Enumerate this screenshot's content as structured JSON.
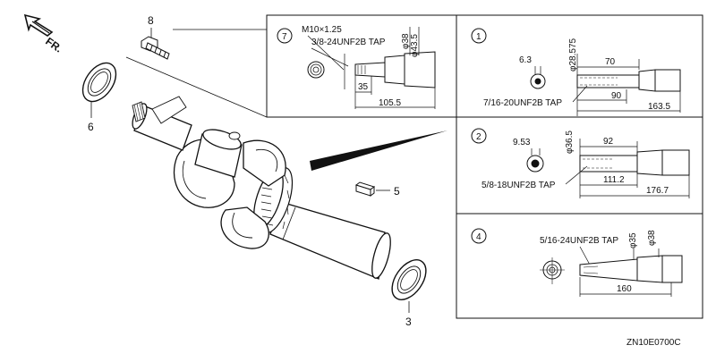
{
  "direction": {
    "label": "FR."
  },
  "callouts": {
    "bolt": "8",
    "seal_upper": "6",
    "key": "5",
    "seal_lower": "3"
  },
  "panels": {
    "p7": {
      "number": "7",
      "thread_main": "M10×1.25",
      "tap": "3/8-24UNF2B TAP",
      "dia_a": "φ38",
      "dia_b": "φ43.5",
      "len_a": "35",
      "len_b": "105.5"
    },
    "p1": {
      "number": "1",
      "dia_small": "6.3",
      "dia_main": "φ28.575",
      "tap": "7/16-20UNF2B TAP",
      "len_a": "70",
      "len_b": "90",
      "len_c": "163.5"
    },
    "p2": {
      "number": "2",
      "dia_small": "9.53",
      "dia_main": "φ36.5",
      "tap": "5/8-18UNF2B TAP",
      "len_a": "92",
      "len_b": "111.2",
      "len_c": "176.7"
    },
    "p4": {
      "number": "4",
      "tap": "5/16-24UNF2B TAP",
      "dia_a": "φ35",
      "dia_b": "φ38",
      "len_a": "160"
    }
  },
  "drawing_code": "ZN10E0700C"
}
